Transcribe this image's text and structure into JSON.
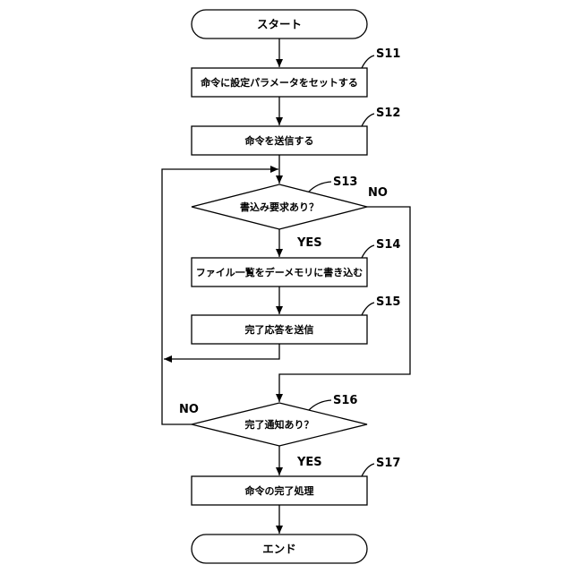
{
  "diagram": {
    "start": {
      "text": "スタート"
    },
    "end": {
      "text": "エンド"
    },
    "steps": [
      {
        "id": "S11",
        "text": "命令に設定パラメータをセットする"
      },
      {
        "id": "S12",
        "text": "命令を送信する"
      },
      {
        "id": "S13",
        "text": "書込み要求あり？",
        "yes": "YES",
        "no": "NO"
      },
      {
        "id": "S14",
        "text": "ファイル一覧をデーメモリに書き込む"
      },
      {
        "id": "S15",
        "text": "完了応答を送信"
      },
      {
        "id": "S16",
        "text": "完了通知あり？",
        "yes": "YES",
        "no": "NO"
      },
      {
        "id": "S17",
        "text": "命令の完了処理"
      }
    ]
  }
}
